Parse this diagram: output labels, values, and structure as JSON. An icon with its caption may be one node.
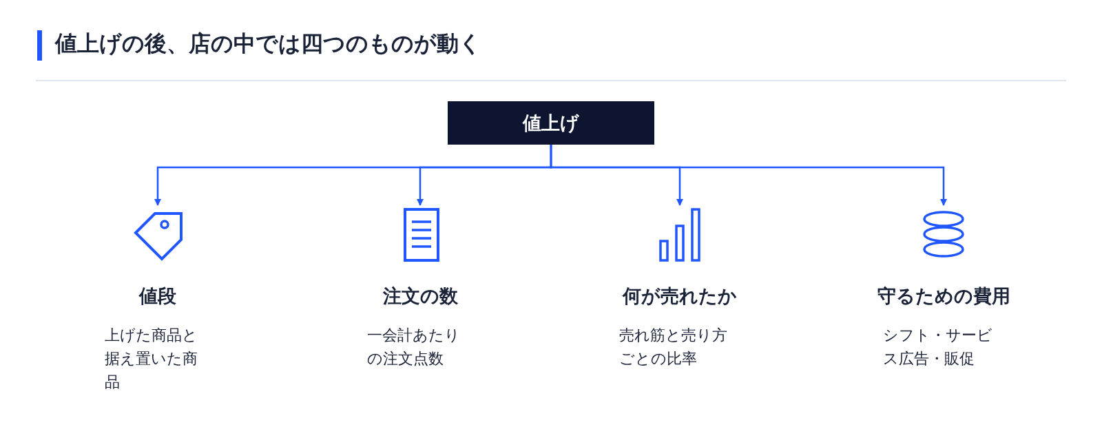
{
  "diagram": {
    "title": "値上げの後、店の中では四つのものが動く",
    "nodes": [
      {
        "text": [
          "値上げ"
        ]
      },
      {
        "text": [
          "値段",
          "上げた商品と据え置いた商品"
        ]
      },
      {
        "text": [
          "注文の数",
          "一会計あたりの注文点数"
        ]
      },
      {
        "text": [
          "何が売れたか",
          "売れ筋と売り方ごとの比率"
        ]
      },
      {
        "text": [
          "守るための費用",
          "シフト・サービス広告・販促"
        ]
      }
    ],
    "edges": [
      {
        "from": 0,
        "to": 1,
        "arrow": "to"
      },
      {
        "from": 0,
        "to": 2,
        "arrow": "to"
      },
      {
        "from": 0,
        "to": 3,
        "arrow": "to"
      },
      {
        "from": 0,
        "to": 4,
        "arrow": "to"
      }
    ]
  }
}
